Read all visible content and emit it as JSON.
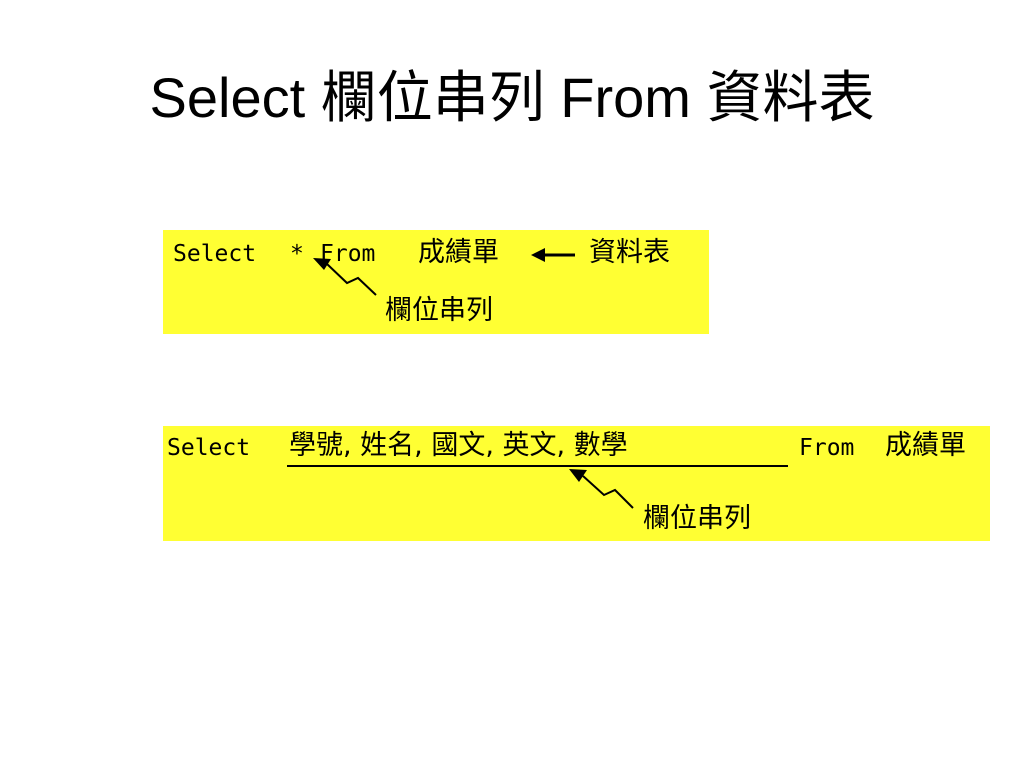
{
  "title": {
    "select": "Select",
    "columns": "欄位串列",
    "from": "From",
    "table": "資料表"
  },
  "colors": {
    "panel_bg": "#ffff33",
    "text": "#000000",
    "background": "#ffffff"
  },
  "example1": {
    "select": "Select",
    "star": "*",
    "from": "From",
    "table_name": "成績單",
    "table_label": "資料表",
    "columns_label": "欄位串列"
  },
  "example2": {
    "select": "Select",
    "column_list": "學號, 姓名, 國文, 英文, 數學",
    "from": "From",
    "table_name": "成績單",
    "columns_label": "欄位串列"
  }
}
